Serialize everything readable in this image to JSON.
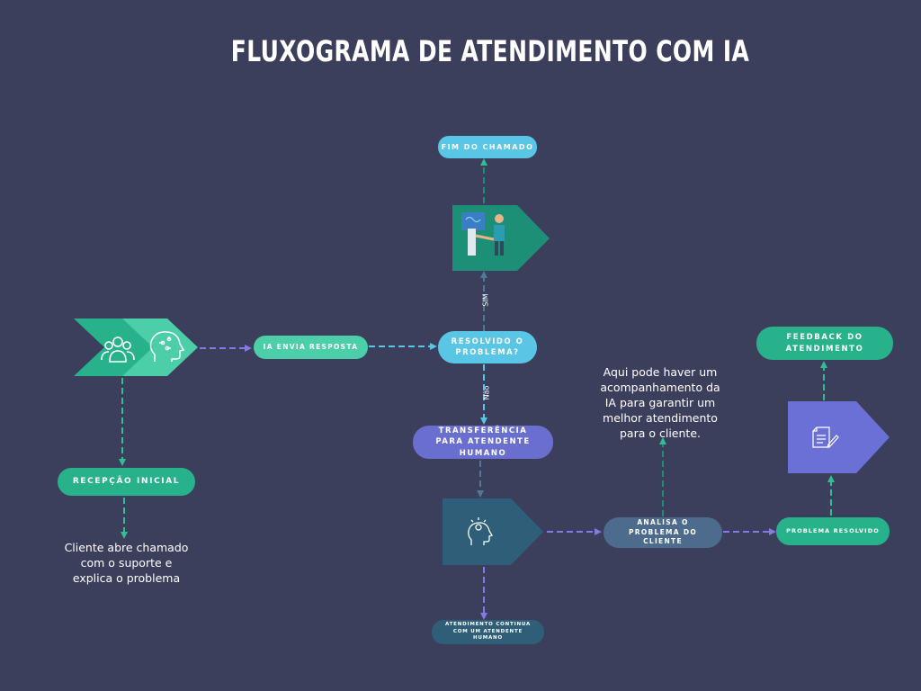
{
  "title": "FLUXOGRAMA DE ATENDIMENTO COM IA",
  "colors": {
    "background": "#3b3f5c",
    "teal": "#27b28c",
    "teal_dark": "#1e8f77",
    "mint": "#4ccfa8",
    "cyan": "#5ac6e6",
    "blue_gray": "#4d6b8c",
    "violet": "#6a6fcf",
    "purple": "#6b70d6",
    "steel": "#2f5f78",
    "arrow_purple": "#8579e8",
    "arrow_teal": "#2fbf95"
  },
  "nodes": {
    "ia_envia": "IA ENVIA RESPOSTA",
    "resolvido": "RESOLVIDO O PROBLEMA?",
    "fim": "FIM DO CHAMADO",
    "transferencia": "TRANSFERÊNCIA PARA ATENDENTE HUMANO",
    "recepcao": "RECEPÇÃO INICIAL",
    "atendimento": "ATENDIMENTO CONTINUA COM UM ATENDENTE HUMANO",
    "analisa": "ANALISA O PROBLEMA DO CLIENTE",
    "problema": "PROBLEMA RESOLVIDO",
    "feedback": "FEEDBACK DO ATENDIMENTO"
  },
  "labels": {
    "sim": "SIM",
    "nao": "Não"
  },
  "notes": {
    "cliente": "Cliente abre chamado com o suporte e explica o problema",
    "acompanhamento": "Aqui pode haver um acompanhamento da IA para garantir um melhor atendimento para o cliente."
  },
  "icons": {
    "people": "people-group-icon",
    "ai_head": "ai-head-icon",
    "handshake": "human-ai-handshake-icon",
    "idea": "idea-head-icon",
    "document": "document-edit-icon"
  }
}
